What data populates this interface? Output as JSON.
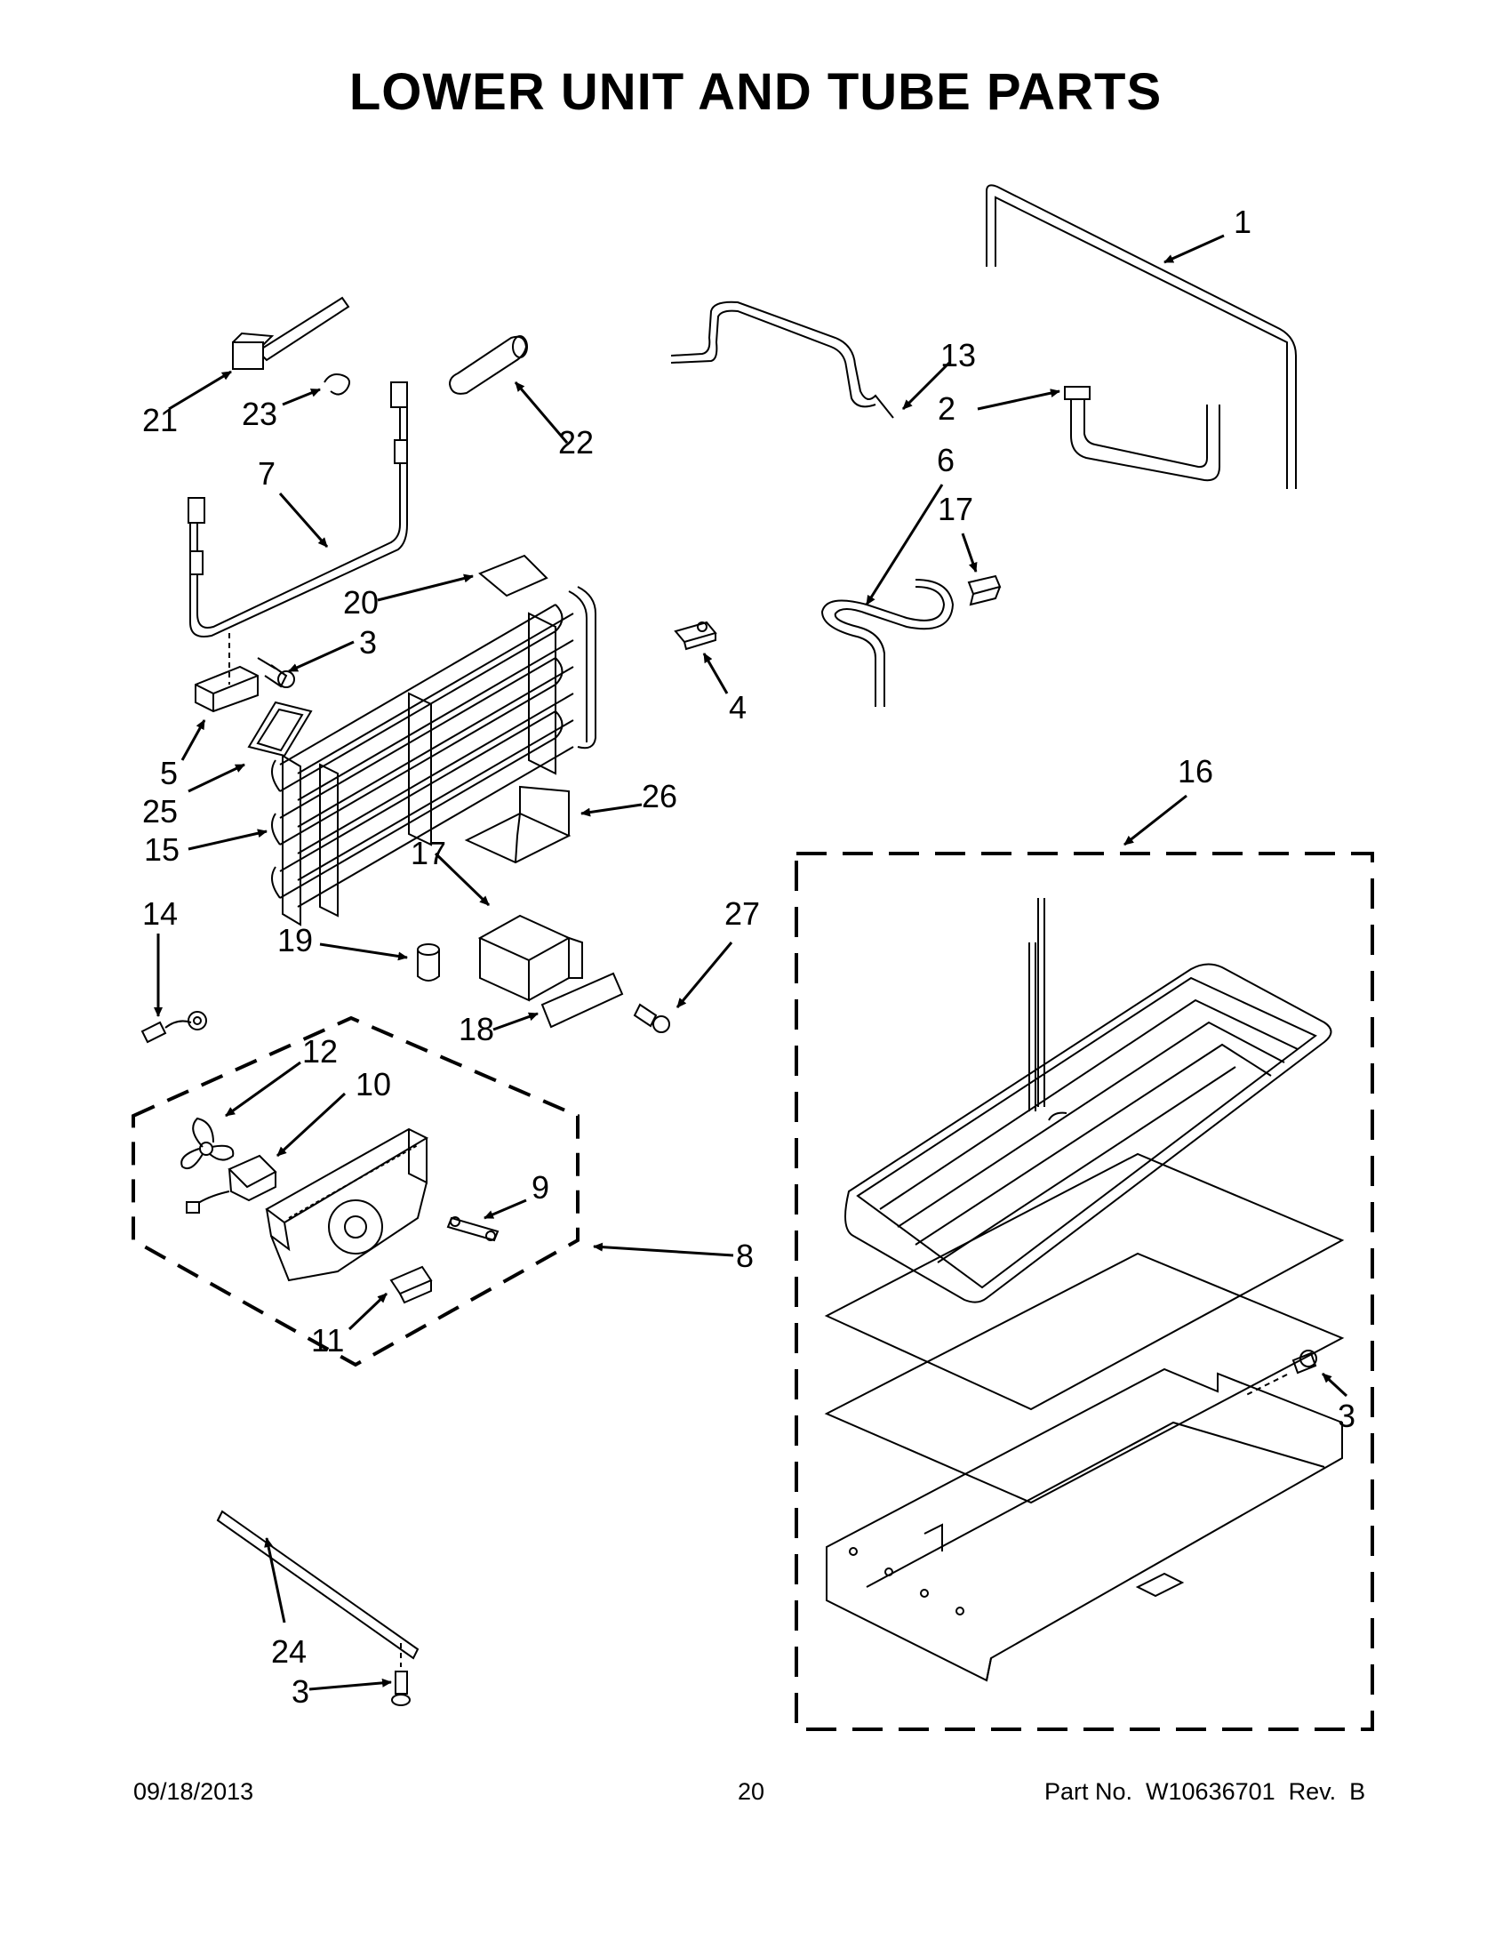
{
  "title": "LOWER UNIT AND TUBE PARTS",
  "callouts": [
    "1",
    "2",
    "3",
    "4",
    "5",
    "6",
    "7",
    "8",
    "9",
    "10",
    "11",
    "12",
    "13",
    "14",
    "15",
    "16",
    "17",
    "18",
    "19",
    "20",
    "21",
    "22",
    "23",
    "24",
    "25",
    "26",
    "27"
  ],
  "footer": {
    "date": "09/18/2013",
    "page": "20",
    "part_number": "Part No.  W10636701  Rev.  B"
  }
}
